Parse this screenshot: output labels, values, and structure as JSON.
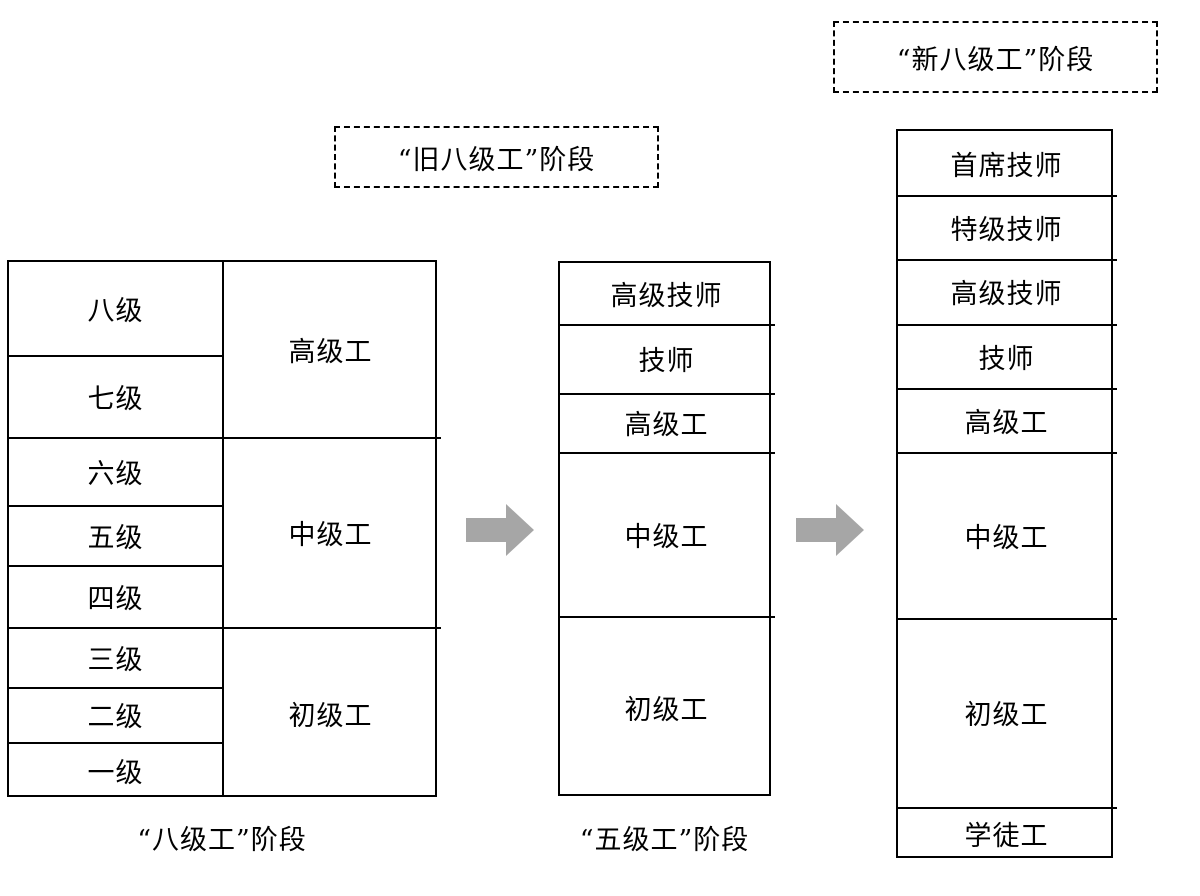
{
  "diagram": {
    "title_hidden": "",
    "colors": {
      "line": "#000000",
      "arrow": "#a6a6a6",
      "background": "#ffffff"
    }
  },
  "callouts": {
    "old_eight_grade": "“旧八级工”阶段",
    "new_eight_grade": "“新八级工”阶段"
  },
  "stage_one": {
    "caption": "“八级工”阶段",
    "levels": [
      "八级",
      "七级",
      "六级",
      "五级",
      "四级",
      "三级",
      "二级",
      "一级"
    ],
    "groups": [
      "高级工",
      "中级工",
      "初级工"
    ]
  },
  "stage_two": {
    "caption": "“五级工”阶段",
    "levels": [
      "高级技师",
      "技师",
      "高级工",
      "中级工",
      "初级工"
    ]
  },
  "stage_three": {
    "caption": "",
    "levels": [
      "首席技师",
      "特级技师",
      "高级技师",
      "技师",
      "高级工",
      "中级工",
      "初级工",
      "学徒工"
    ]
  },
  "arrows": [
    {
      "name": "arrow-stage1-to-stage2"
    },
    {
      "name": "arrow-stage2-to-stage3"
    }
  ]
}
